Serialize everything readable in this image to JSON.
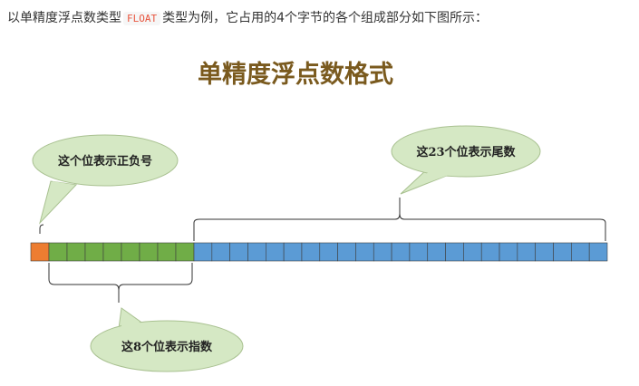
{
  "intro": {
    "before": "以单精度浮点数类型",
    "code": "FLOAT",
    "after": "类型为例，它占用的4个字节的各个组成部分如下图所示："
  },
  "figure": {
    "title": "单精度浮点数格式",
    "sign_label": "这个位表示正负号",
    "exponent_label": "这8个位表示指数",
    "mantissa_label": "这23个位表示尾数",
    "sign_bits": 1,
    "exponent_bits": 8,
    "mantissa_bits": 23,
    "colors": {
      "sign": "#ed7d31",
      "exponent": "#70ad47",
      "mantissa": "#5b9bd5",
      "bubble_fill": "#d5e8c4",
      "bubble_stroke": "#a9c191",
      "title": "#7a5a1e"
    }
  }
}
